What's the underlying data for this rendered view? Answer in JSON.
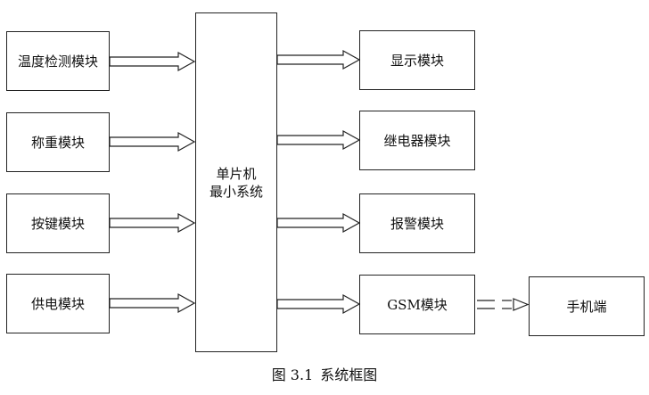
{
  "input_modules": [
    "温度检测模块",
    "称重模块",
    "按键模块",
    "供电模块"
  ],
  "mcu": {
    "line1": "单片机",
    "line2": "最小系统"
  },
  "output_modules": [
    "显示模块",
    "继电器模块",
    "报警模块",
    "GSM模块"
  ],
  "remote": "手机端",
  "caption": {
    "number": "图 3.1",
    "title": "系统框图"
  }
}
